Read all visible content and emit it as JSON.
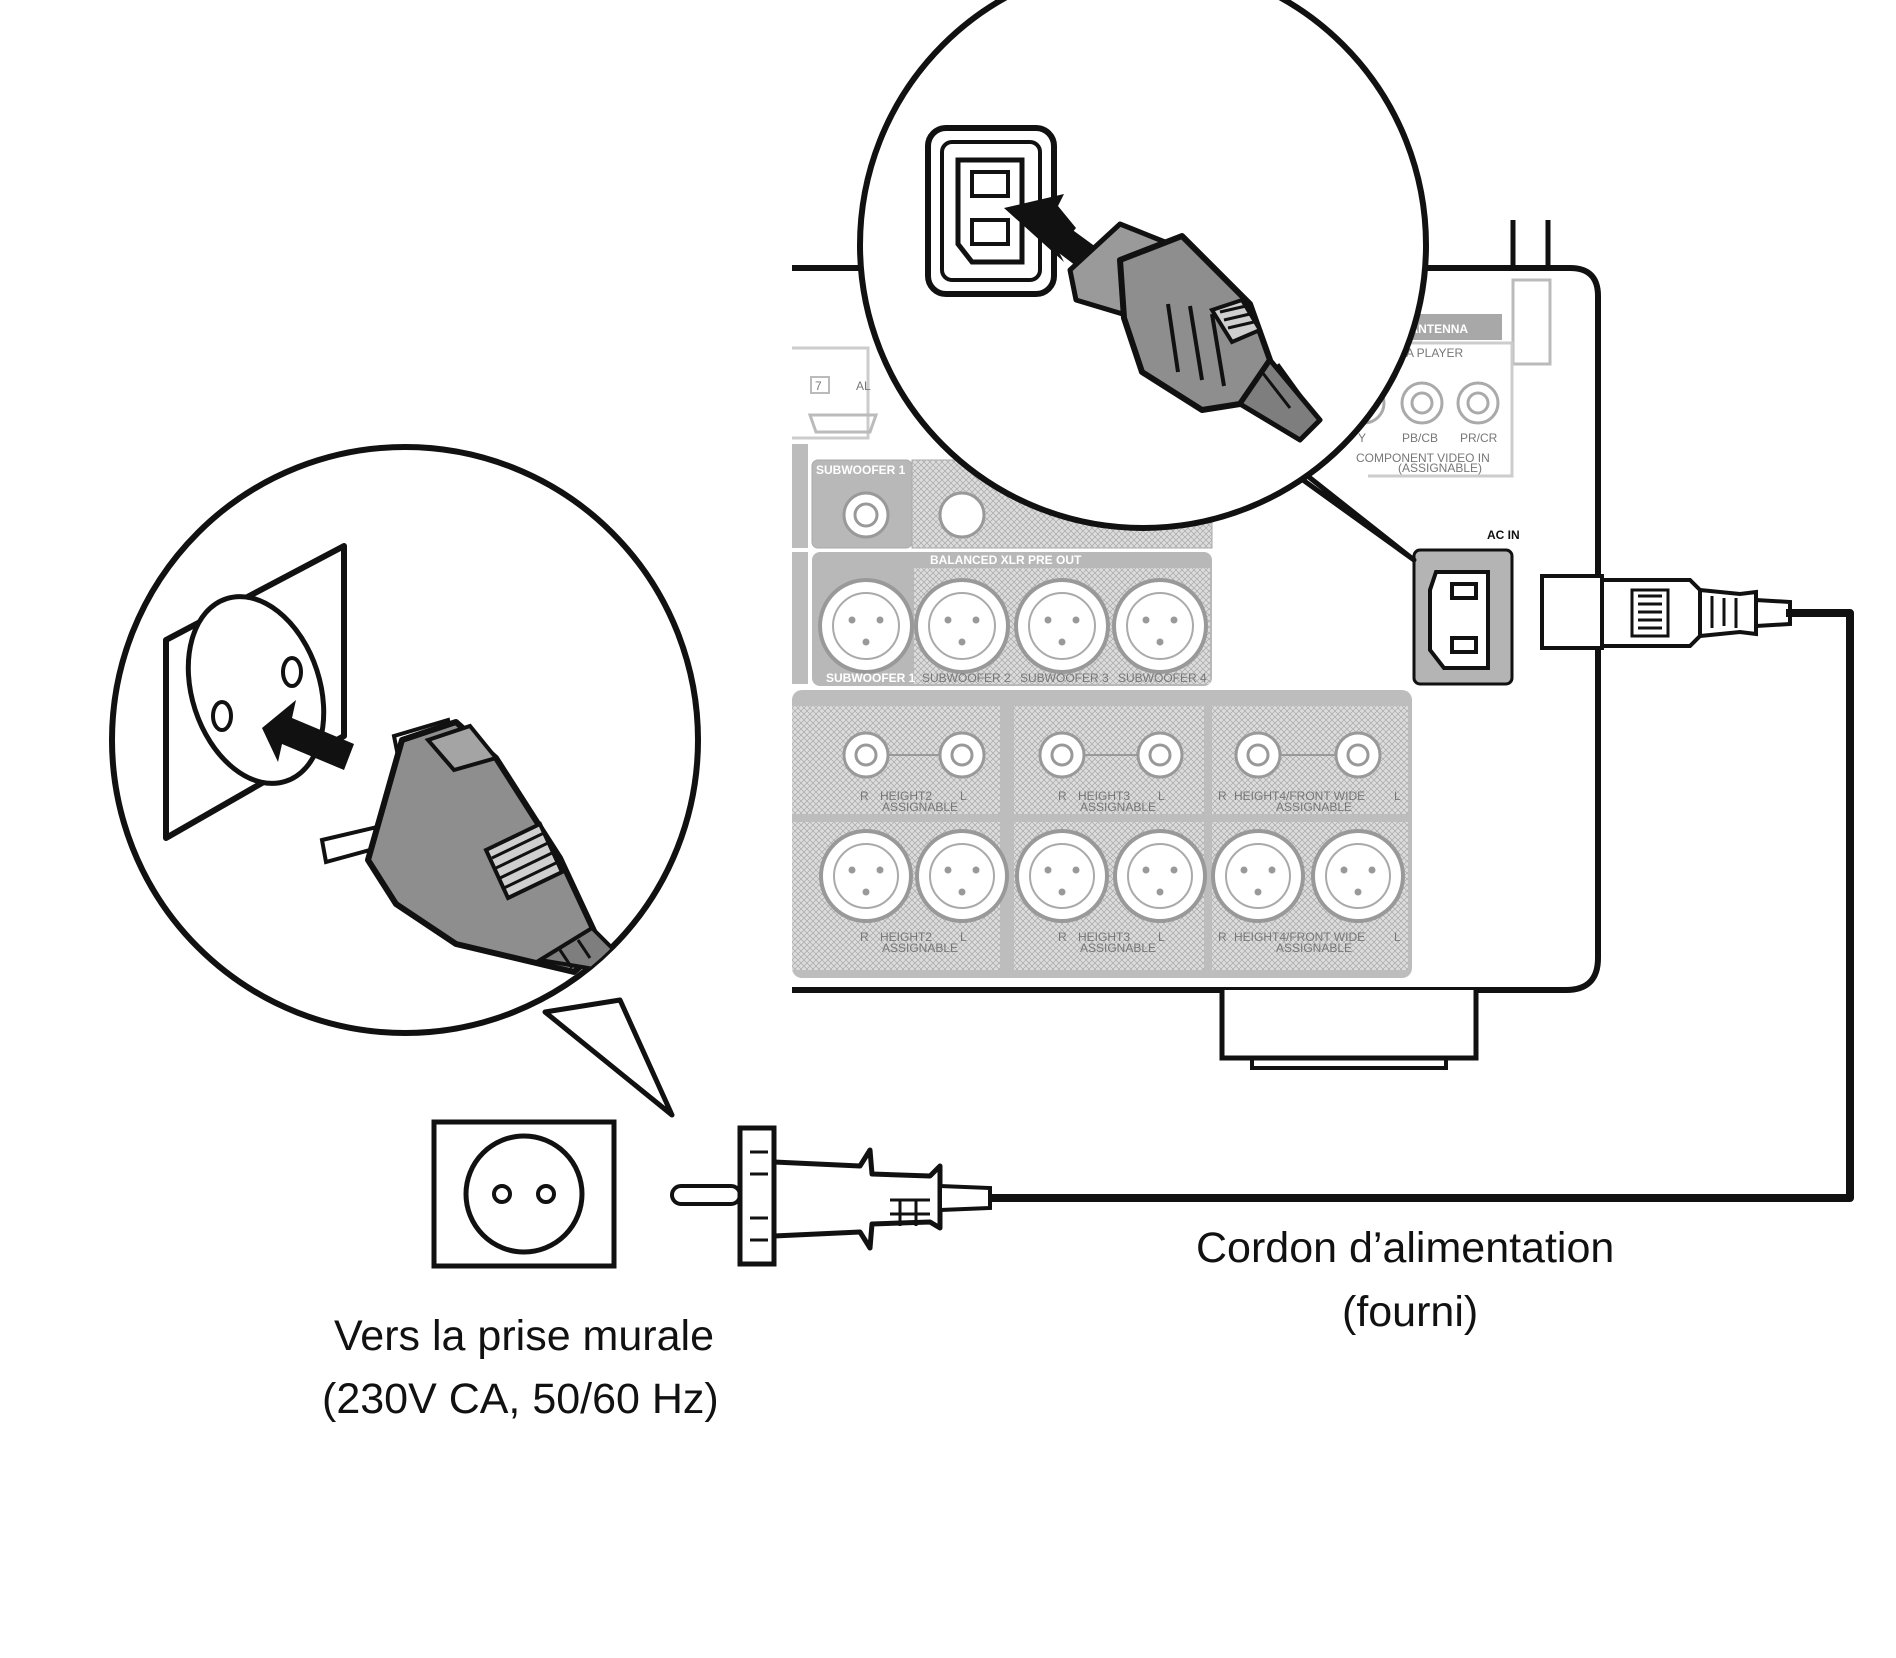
{
  "captions": {
    "wall_line1": "Vers la prise murale",
    "wall_line2": "(230V CA, 50/60 Hz)",
    "cord_line1": "Cordon d’alimentation",
    "cord_line2": "(fourni)"
  },
  "panel_labels": {
    "ac_in": "AC IN",
    "antenna": "/Wi-Fi ANTENNA",
    "media_player": "MEDIA PLAYER",
    "jack_y": "Y",
    "jack_pb": "PB/CB",
    "jack_pr": "PR/CR",
    "component_video": "COMPONENT VIDEO IN",
    "assignable_paren": "(ASSIGNABLE)",
    "hdmi_number": "7",
    "subwoofer1_top": "SUBWOOFER 1",
    "balanced_xlr": "BALANCED XLR PRE OUT",
    "xlr_subwoofer1": "SUBWOOFER 1",
    "xlr_subwoofer2": "SUBWOOFER 2",
    "xlr_subwoofer3": "SUBWOOFER 3",
    "xlr_subwoofer4": "SUBWOOFER 4",
    "height2": "HEIGHT2",
    "height3": "HEIGHT3",
    "height4": "HEIGHT4/FRONT WIDE",
    "assignable": "ASSIGNABLE",
    "right_mark": "R",
    "left_mark": "L"
  },
  "icons": [
    "wall-outlet-icon",
    "plug-icon",
    "iec-inlet-icon",
    "insert-arrow-icon",
    "magnifier-callout-icon"
  ],
  "colors": {
    "line": "#111111",
    "panel_gray": "#9a9a9a",
    "panel_light": "#d2d2d2",
    "plug_gray": "#8e8e8e"
  }
}
